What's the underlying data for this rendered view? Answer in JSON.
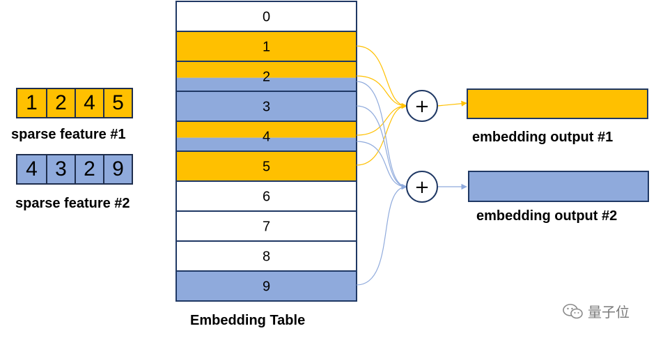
{
  "colors": {
    "yellow": "#ffc000",
    "blue": "#8faadc",
    "border": "#1f3864"
  },
  "features": [
    {
      "id": "f1",
      "label": "sparse feature #1",
      "values": [
        "1",
        "2",
        "4",
        "5"
      ],
      "color": "yellow"
    },
    {
      "id": "f2",
      "label": "sparse feature #2",
      "values": [
        "4",
        "3",
        "2",
        "9"
      ],
      "color": "blue"
    }
  ],
  "table": {
    "title": "Embedding Table",
    "rows": [
      {
        "index": "0",
        "fill": "none"
      },
      {
        "index": "1",
        "fill": "yellow"
      },
      {
        "index": "2",
        "fill": "split"
      },
      {
        "index": "3",
        "fill": "blue"
      },
      {
        "index": "4",
        "fill": "split"
      },
      {
        "index": "5",
        "fill": "yellow"
      },
      {
        "index": "6",
        "fill": "none"
      },
      {
        "index": "7",
        "fill": "none"
      },
      {
        "index": "8",
        "fill": "none"
      },
      {
        "index": "9",
        "fill": "blue"
      }
    ]
  },
  "operators": [
    {
      "symbol": "+",
      "color": "yellow"
    },
    {
      "symbol": "+",
      "color": "blue"
    }
  ],
  "outputs": [
    {
      "label": "embedding output #1",
      "color": "yellow"
    },
    {
      "label": "embedding output #2",
      "color": "blue"
    }
  ],
  "watermark": {
    "text": "量子位",
    "icon": "wechat-icon"
  }
}
